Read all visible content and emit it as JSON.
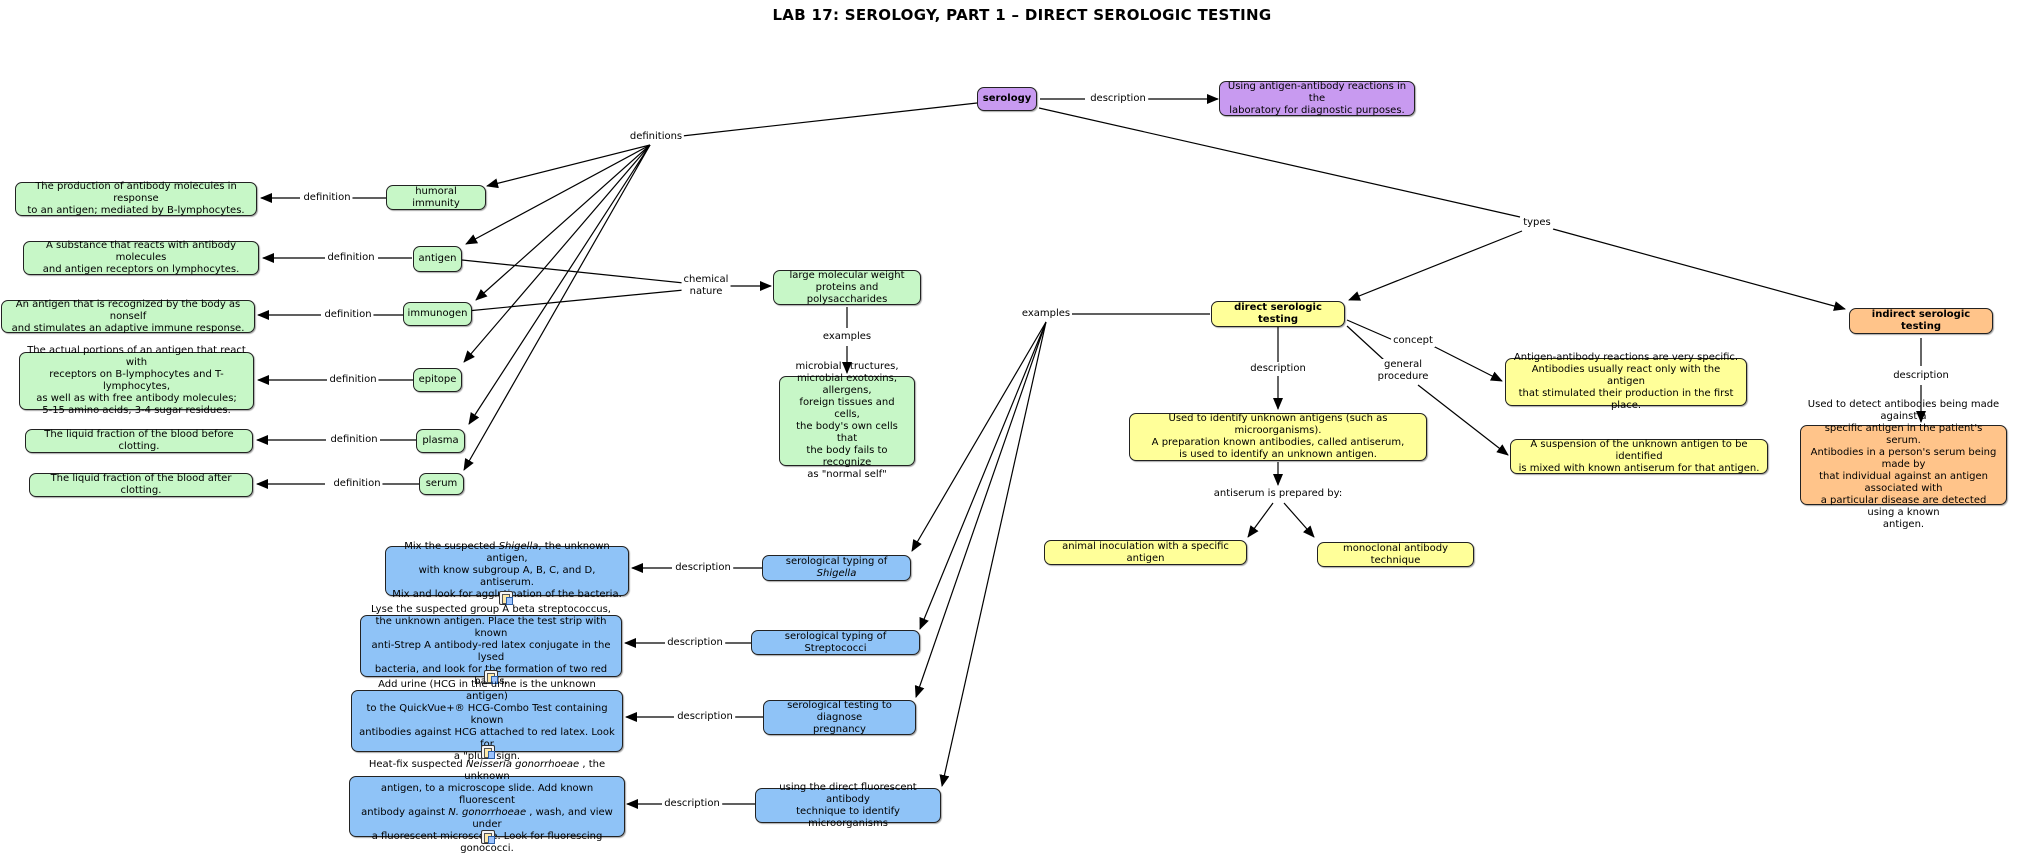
{
  "title": "LAB 17: SEROLOGY, PART 1 – DIRECT SEROLOGIC TESTING",
  "colors": {
    "purple": "#c89af0",
    "green": "#c7f7c7",
    "yellow": "#ffff99",
    "orange": "#ffc48a",
    "blue": "#8fc3f7",
    "line": "#000000"
  },
  "nodes": {
    "serology": "serology",
    "serology_desc": "Using antigen-antibody reactions in the\nlaboratory for diagnostic purposes.",
    "humoral_immunity": "humoral immunity",
    "humoral_def": "The production of antibody molecules in response\nto an antigen; mediated by B-lymphocytes.",
    "antigen": "antigen",
    "antigen_def": "A substance that reacts with antibody molecules\nand antigen receptors on lymphocytes.",
    "immunogen": "immunogen",
    "immunogen_def": "An antigen that is recognized by the body as nonself\nand stimulates an adaptive immune response.",
    "epitope": "epitope",
    "epitope_def": "The actual portions of an antigen that react with\nreceptors on B-lymphocytes and T-lymphocytes,\nas well as with free antibody molecules;\n5-15 amino acids, 3-4 sugar residues.",
    "plasma": "plasma",
    "plasma_def": "The liquid fraction of the blood before clotting.",
    "serum": "serum",
    "serum_def": "The liquid fraction of the blood after clotting.",
    "large_molecular": "large molecular weight\nproteins and polysaccharides",
    "microbial": "microbial structures,\nmicrobial exotoxins,\nallergens,\nforeign tissues and cells,\nthe body's own cells that\nthe body fails to recognize\nas \"normal self\"",
    "direct": "direct serologic testing",
    "direct_desc": "Used to identify unknown antigens (such as microorganisms).\nA preparation known antibodies, called antiserum,\nis used to identify an unknown antigen.",
    "animal": "animal inoculation with a specific antigen",
    "monoclonal": "monoclonal antibody technique",
    "concept_desc": "Antigen-antibody reactions are very specific.\nAntibodies usually react only with the antigen\nthat stimulated their production in the first place.",
    "procedure_desc": "A suspension of the unknown antigen to be identified\nis mixed with known antiserum for that antigen.",
    "indirect": "indirect serologic testing",
    "indirect_desc": "Used to detect antibodies being made against a\nspecific antigen in the patient's serum.\nAntibodies in a person's serum being made by\nthat individual against an antigen associated with\na particular disease are detected using a known\nantigen.",
    "shigella_pre": "serological typing of ",
    "shigella_it": "Shigella",
    "shigella_desc_a": "Mix the suspected ",
    "shigella_desc_it": "Shigella",
    "shigella_desc_b": ",  the unknown antigen,\nwith know subgroup A, B, C, and D, antiserum.\nMix and look for agglutination of the bacteria.",
    "strep": "serological typing of Streptococci",
    "strep_desc": "Lyse the suspected group A beta streptococcus,\nthe unknown antigen. Place the test strip with known\nanti-Strep A antibody-red latex conjugate in the lysed\nbacteria, and look for the formation of two red bands.",
    "pregnancy": "serological testing to diagnose\npregnancy",
    "pregnancy_desc": "Add urine (HCG in the urine is the unknown antigen)\nto the QuickVue+® HCG-Combo Test containing known\nantibodies against HCG attached to red latex. Look for\na \"plus\" sign.",
    "fluorescent": "using the direct fluorescent antibody\ntechnique to identify microorganisms",
    "fluor_desc_a": "Heat-fix suspected ",
    "fluor_desc_it1": "Neisseria gonorrhoeae",
    "fluor_desc_b": " , the unknown\nantigen, to a microscope slide. Add known fluorescent\nantibody against ",
    "fluor_desc_it2": "N. gonorrhoeae",
    "fluor_desc_c": " , wash, and view under\na fluorescent microscope. Look for fluorescing gonococci."
  },
  "labels": {
    "description": "description",
    "definitions": "definitions",
    "definition": "definition",
    "chemical_nature": "chemical\nnature",
    "examples": "examples",
    "types": "types",
    "concept": "concept",
    "general_procedure": "general\nprocedure",
    "antiserum_prepared": "antiserum is prepared by:"
  }
}
